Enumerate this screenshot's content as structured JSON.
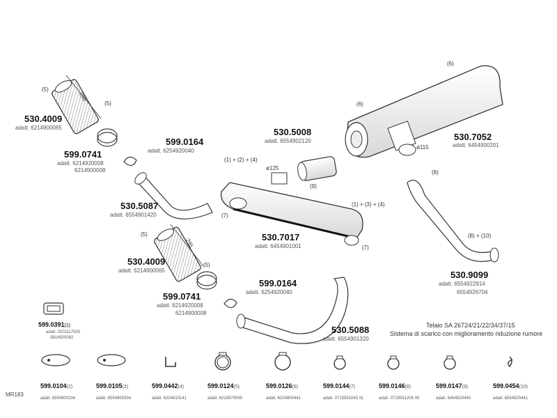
{
  "part_codes": {
    "pipe_top_flex": "530.4009",
    "pipe_top_flex_adatt": "adatt. 6214900065",
    "clamp_top": "599.0741",
    "clamp_top_adatt1": "adatt. 6214920008",
    "clamp_top_adatt2": "6214900008",
    "clip_top": "599.0164",
    "clip_top_adatt": "adatt. 6254920040",
    "pipe_bend_top": "530.5087",
    "pipe_bend_top_adatt": "adatt. 6554901420",
    "sleeve": "530.5008",
    "sleeve_adatt": "adatt. 6554902120",
    "muffler_mid": "530.7017",
    "muffler_mid_adatt": "adatt. 6454901001",
    "muffler_big": "530.7052",
    "muffler_big_adatt": "adatt. 6454900201",
    "pipe_bottom_flex": "530.4009",
    "pipe_bottom_flex_adatt": "adatt. 6214900065",
    "clamp_bottom": "599.0741",
    "clamp_bottom_adatt1": "adatt. 6214920008",
    "clamp_bottom_adatt2": "6214900008",
    "clip_bottom": "599.0164",
    "clip_bottom_adatt": "adatt. 6254920040",
    "pipe_bottom": "530.5088",
    "pipe_bottom_adatt": "adatt. 6554901320",
    "tail_pipe": "530.9099",
    "tail_pipe_adatt1": "adatt. 6554922914",
    "tail_pipe_adatt2": "6554926704",
    "bracket_part": "599.0391",
    "bracket_part_ref": "(1)",
    "bracket_part_adatt1": "adatt. 0201117500",
    "bracket_part_adatt2": "3814920082"
  },
  "labels": {
    "n5_a": "(5)",
    "dim_295_a": "295",
    "n5_b": "(5)",
    "n6": "(6)",
    "n6b": "(6)",
    "dia115": "ø115",
    "combo_top": "(1) + (2) + (4)",
    "dia125": "ø125",
    "n9": "(9)",
    "n7_a": "(7)",
    "n7_b": "(7)",
    "combo_right": "(1) + (3) + (4)",
    "n8": "(8)",
    "n8_10": "(8) + (10)",
    "n5_c": "(5)",
    "dim_295_b": "295",
    "n5_d": "(5)"
  },
  "notes": {
    "telaio": "Telaio SA 26724/21/22/34/37/15",
    "sistema": "Sistema di scarico con miglioramento riduzione rumore",
    "footer": "MR183"
  },
  "bottom_parts": [
    {
      "code": "599.0104",
      "ref": "(2)",
      "adatt": "adatt. 6554900234"
    },
    {
      "code": "599.0105",
      "ref": "(3)",
      "adatt": "adatt. 6554900334"
    },
    {
      "code": "599.0442",
      "ref": "(4)",
      "adatt": "adatt. 6204910141"
    },
    {
      "code": "599.0124",
      "ref": "(5)",
      "adatt": "adatt. 6219970090"
    },
    {
      "code": "599.0126",
      "ref": "(6)",
      "adatt": "adatt. 6204900441"
    },
    {
      "code": "599.0144",
      "ref": "(7)",
      "adatt": "adatt. 0715551045 01"
    },
    {
      "code": "599.0146",
      "ref": "(8)",
      "adatt": "adatt. 0715551205 00"
    },
    {
      "code": "599.0147",
      "ref": "(9)",
      "adatt": "adatt. 6454920440"
    },
    {
      "code": "599.0454",
      "ref": "(10)",
      "adatt": "adatt. 6554920441"
    }
  ],
  "colors": {
    "line": "#333333",
    "fill": "#f4f4f4",
    "hatch": "#888888",
    "text": "#222222"
  }
}
